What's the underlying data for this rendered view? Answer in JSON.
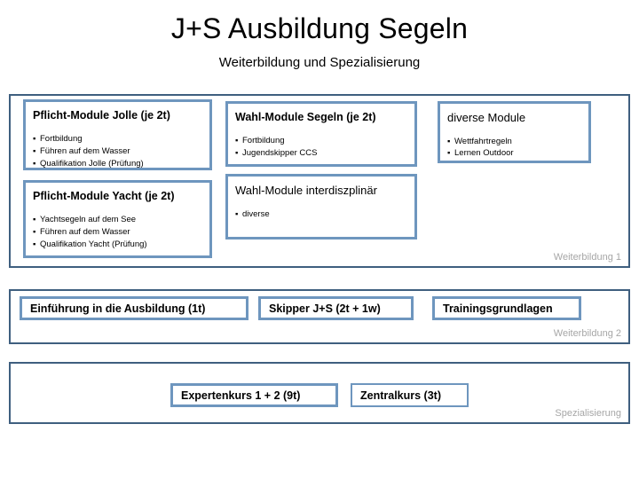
{
  "header": {
    "title": "J+S Ausbildung Segeln",
    "subtitle": "Weiterbildung und Spezialisierung"
  },
  "colors": {
    "section_border": "#3f5f7f",
    "box_border": "#6e96be",
    "caption_text": "#a6a6a6",
    "background": "#ffffff",
    "text": "#000000"
  },
  "sections": [
    {
      "name": "weiterbildung-1",
      "caption": "Weiterbildung 1",
      "boxes": [
        {
          "name": "pflicht-module-jolle",
          "title": "Pflicht-Module Jolle (je 2t)",
          "bullet": "▪",
          "items": [
            "Fortbildung",
            "Führen auf dem Wasser",
            "Qualifikation Jolle (Prüfung)"
          ]
        },
        {
          "name": "pflicht-module-yacht",
          "title": "Pflicht-Module Yacht (je 2t)",
          "bullet": "▪",
          "items": [
            "Yachtsegeln auf dem See",
            "Führen auf dem Wasser",
            "Qualifikation Yacht (Prüfung)"
          ]
        },
        {
          "name": "wahl-module-segeln",
          "title": "Wahl-Module Segeln (je 2t)",
          "bullet": "▪",
          "items": [
            "Fortbildung",
            "Jugendskipper CCS"
          ]
        },
        {
          "name": "wahl-module-interdisziplinaer",
          "title": "Wahl-Module interdiszplinär",
          "bullet": "▪",
          "items": [
            "diverse"
          ]
        },
        {
          "name": "diverse-module",
          "title": "diverse Module",
          "bullet": "▪",
          "items": [
            "Wettfahrtregeln",
            "Lernen Outdoor"
          ]
        }
      ]
    },
    {
      "name": "weiterbildung-2",
      "caption": "Weiterbildung 2",
      "boxes": [
        {
          "name": "einfuehrung-in-die-ausbildung",
          "title": "Einführung in die Ausbildung (1t)"
        },
        {
          "name": "skipper-j-plus-s",
          "title": "Skipper J+S (2t + 1w)"
        },
        {
          "name": "trainingsgrundlagen",
          "title": "Trainingsgrundlagen"
        }
      ]
    },
    {
      "name": "spezialisierung",
      "caption": "Spezialisierung",
      "boxes": [
        {
          "name": "expertenkurs",
          "title": "Expertenkurs 1 + 2 (9t)"
        },
        {
          "name": "zentralkurs",
          "title": "Zentralkurs (3t)"
        }
      ]
    }
  ]
}
